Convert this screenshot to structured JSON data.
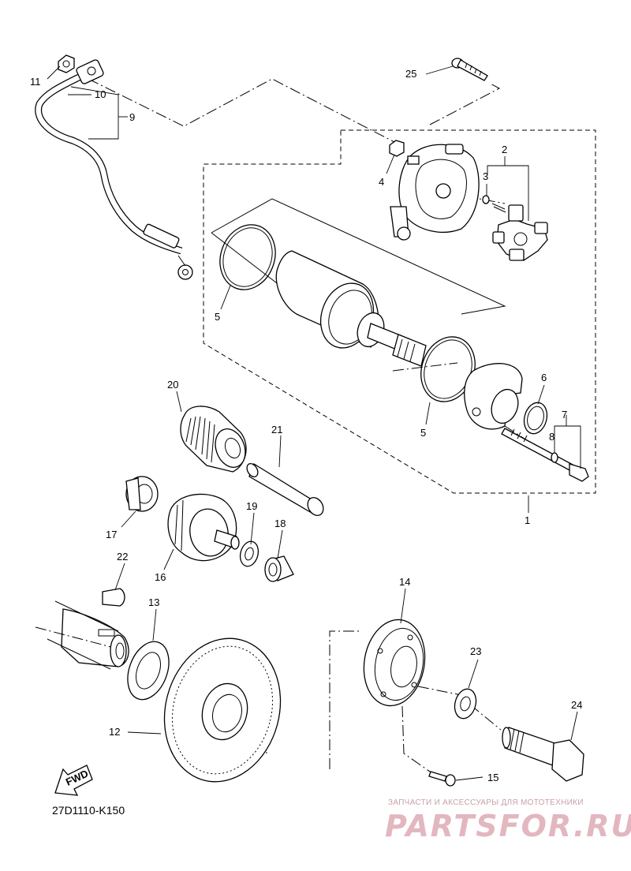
{
  "diagram": {
    "code": "27D1110-K150",
    "fwd_label": "FWD",
    "watermark_top": "ЗАПЧАСТИ И АКСЕССУАРЫ ДЛЯ МОТОТЕХНИКИ",
    "watermark_logo": "PARTSFOR.RU",
    "callouts": {
      "p1": "1",
      "p2": "2",
      "p3": "3",
      "p4": "4",
      "p5a": "5",
      "p5b": "5",
      "p6": "6",
      "p7": "7",
      "p8": "8",
      "p9": "9",
      "p10": "10",
      "p11": "11",
      "p12": "12",
      "p13": "13",
      "p14": "14",
      "p15": "15",
      "p16": "16",
      "p17": "17",
      "p18": "18",
      "p19": "19",
      "p20": "20",
      "p21": "21",
      "p22": "22",
      "p23": "23",
      "p24": "24",
      "p25": "25"
    }
  }
}
